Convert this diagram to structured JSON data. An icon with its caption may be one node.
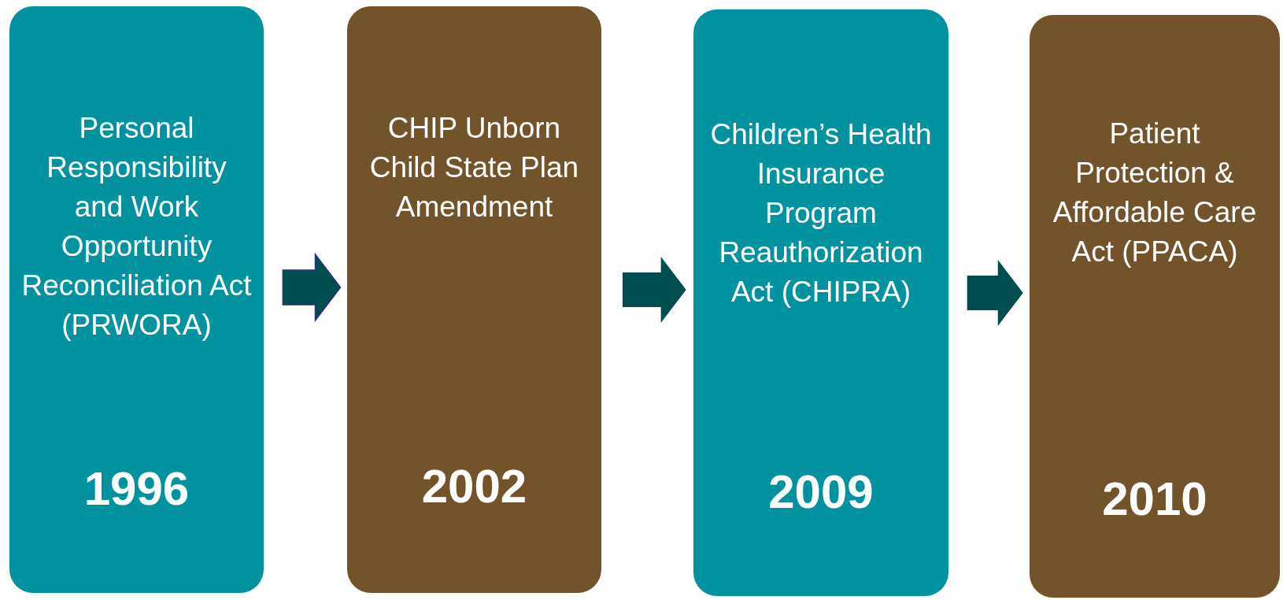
{
  "diagram": {
    "nodes": [
      {
        "text": [
          "Personal Responsibility and Work Opportunity Reconciliation Act (PRWORA)",
          "1996"
        ]
      },
      {
        "text": [
          "CHIP Unborn Child State Plan Amendment",
          "2002"
        ]
      },
      {
        "text": [
          "Children’s Health Insurance Program Reauthorization Act (CHIPRA)",
          "2009"
        ]
      },
      {
        "text": [
          "Patient Protection & Affordable Care Act (PPACA)",
          "2010"
        ]
      }
    ],
    "edges": [
      {
        "from": 0,
        "to": 1,
        "arrow": "to"
      },
      {
        "from": 1,
        "to": 2,
        "arrow": "to"
      },
      {
        "from": 2,
        "to": 3,
        "arrow": "to"
      }
    ]
  }
}
